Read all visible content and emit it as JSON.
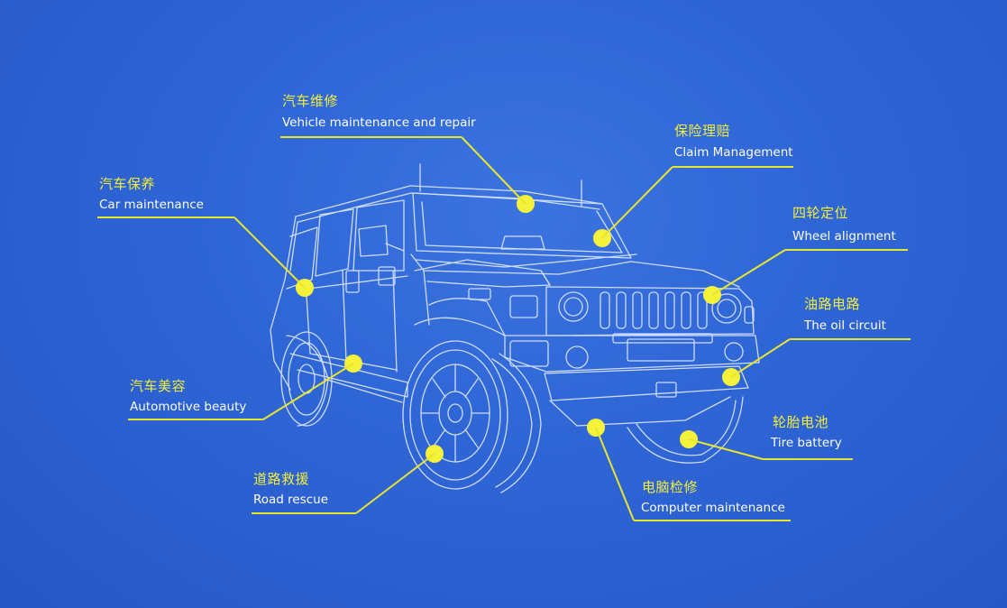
{
  "colors": {
    "background": "#2f66d6",
    "accent_yellow": "#f2ee3a",
    "line_art": "#dfe9ff",
    "label_white": "#ffffff"
  },
  "illustration": {
    "icon": "vehicle-line-art-icon"
  },
  "services": [
    {
      "id": "vehicle-maintenance-repair",
      "cn": "汽车维修",
      "en": "Vehicle maintenance and repair"
    },
    {
      "id": "claim-management",
      "cn": "保险理赔",
      "en": "Claim Management"
    },
    {
      "id": "car-maintenance",
      "cn": "汽车保养",
      "en": "Car maintenance"
    },
    {
      "id": "wheel-alignment",
      "cn": "四轮定位",
      "en": "Wheel alignment"
    },
    {
      "id": "oil-circuit",
      "cn": "油路电路",
      "en": "The oil circuit"
    },
    {
      "id": "automotive-beauty",
      "cn": "汽车美容",
      "en": "Automotive beauty"
    },
    {
      "id": "tire-battery",
      "cn": "轮胎电池",
      "en": "Tire battery"
    },
    {
      "id": "road-rescue",
      "cn": "道路救援",
      "en": "Road rescue"
    },
    {
      "id": "computer-maintenance",
      "cn": "电脑检修",
      "en": "Computer maintenance"
    }
  ]
}
